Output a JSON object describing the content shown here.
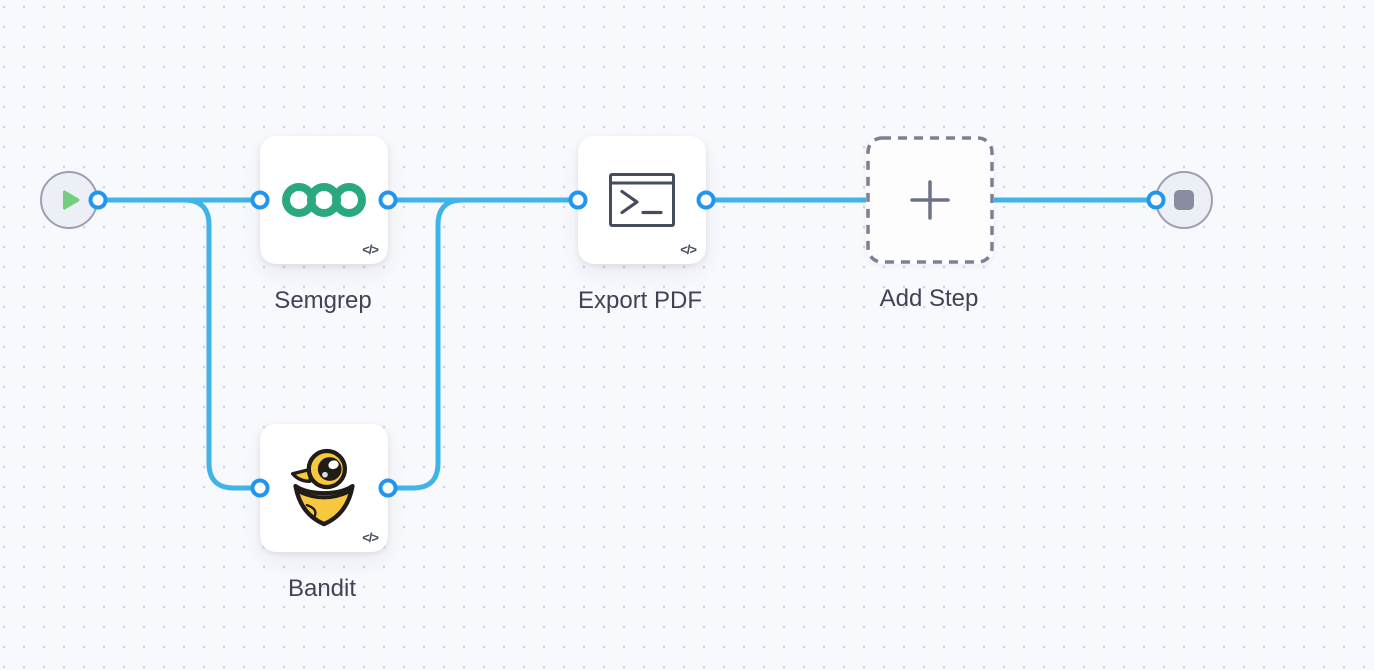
{
  "canvas": {
    "background_color": "#f8f9fd",
    "grid_dot_color": "#d2d4df",
    "edge_color": "#3fb4e9",
    "port_color": "#2196f0",
    "label_color": "#3f4454"
  },
  "workflow": {
    "start": {
      "icon": "play-icon",
      "play_color": "#74cc7e"
    },
    "end": {
      "icon": "stop-icon",
      "stop_color": "#8a8da2"
    },
    "steps": [
      {
        "id": "semgrep",
        "label": "Semgrep",
        "icon": "semgrep-logo",
        "code_badge": "</>",
        "brand_color": "#2aa87e"
      },
      {
        "id": "bandit",
        "label": "Bandit",
        "icon": "bandit-logo",
        "code_badge": "</>",
        "brand_color": "#f7c83d"
      },
      {
        "id": "export-pdf",
        "label": "Export PDF",
        "icon": "terminal-icon",
        "code_badge": "</>",
        "icon_color": "#454c5c"
      },
      {
        "id": "add-step",
        "label": "Add Step",
        "icon": "plus-icon",
        "style": "dashed-placeholder",
        "border_color": "#7b8094"
      }
    ],
    "edges": [
      {
        "from": "start",
        "to": "semgrep"
      },
      {
        "from": "start",
        "to": "bandit"
      },
      {
        "from": "semgrep",
        "to": "export-pdf"
      },
      {
        "from": "bandit",
        "to": "export-pdf"
      },
      {
        "from": "export-pdf",
        "to": "end"
      }
    ]
  }
}
